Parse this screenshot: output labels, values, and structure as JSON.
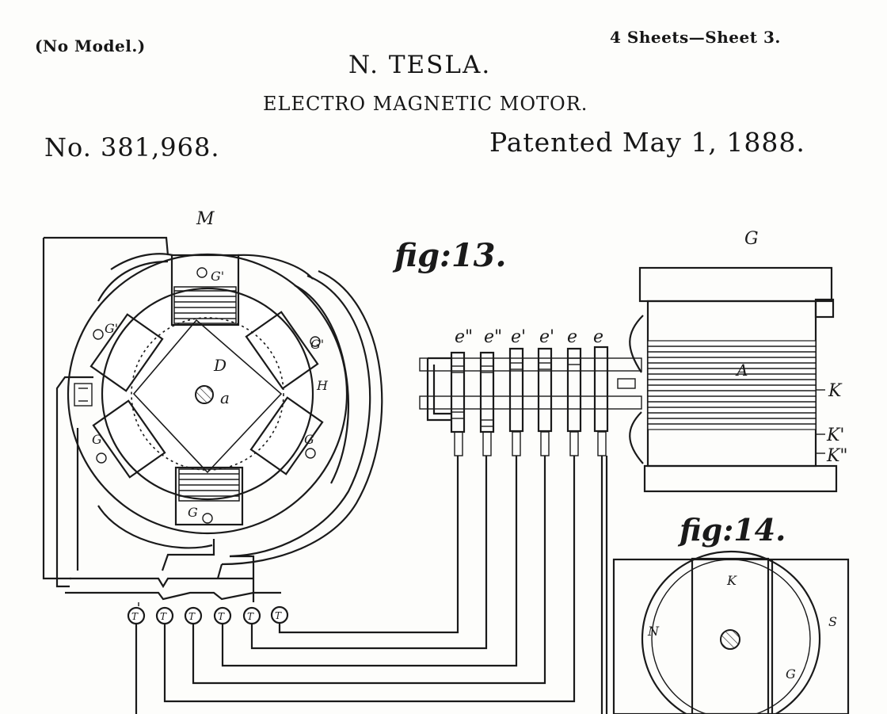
{
  "header": {
    "model_note": "(No Model.)",
    "sheets": "4 Sheets—Sheet 3.",
    "inventor": "N. TESLA.",
    "title": "ELECTRO MAGNETIC MOTOR.",
    "patent_number": "No. 381,968.",
    "patent_date": "Patented May 1, 1888."
  },
  "figures": {
    "fig13": "fig:13.",
    "fig14": "fig:14."
  },
  "labels": {
    "motor": "M",
    "armature": "D",
    "shaft": "a",
    "generator": "G",
    "armature_g": "A",
    "k": "K",
    "k_prime": "K'",
    "k_double": "K\"",
    "terminal": "T",
    "ring_e2a": "e\"",
    "ring_e2b": "e\"",
    "ring_e1a": "e'",
    "ring_e1b": "e'",
    "ring_e0a": "e",
    "ring_e0b": "e",
    "coil_g_top": "G'",
    "coil_g_left": "G'",
    "coil_g_right_up": "G'",
    "coil_g_right_low": "G",
    "coil_g_bottom": "G",
    "coil_g_left_low": "G",
    "h_label": "H",
    "fig14_k": "K",
    "fig14_n": "N",
    "fig14_s": "S",
    "fig14_g": "G"
  },
  "colors": {
    "ink": "#1a1a1a",
    "paper": "#fdfdfb"
  }
}
